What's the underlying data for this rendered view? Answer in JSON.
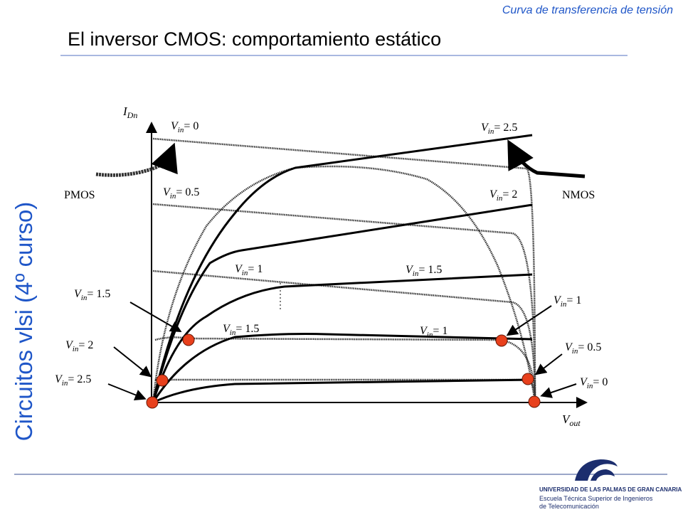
{
  "header": {
    "subtitle": "Curva de transferencia de tensión",
    "title": "El inversor CMOS: comportamiento estático",
    "side_label": "Circuitos vlsi (4º curso)"
  },
  "diagram": {
    "y_axis_label": {
      "main": "I",
      "sub": "Dn"
    },
    "x_axis_label": {
      "main": "V",
      "sub": "out"
    },
    "pmos_label": "PMOS",
    "nmos_label": "NMOS",
    "labels": [
      {
        "id": "pmos-vin0",
        "text": "= 0"
      },
      {
        "id": "pmos-vin05",
        "text": "= 0.5"
      },
      {
        "id": "pmos-vin1",
        "text": "= 1"
      },
      {
        "id": "nmos-vin25",
        "text": "= 2.5"
      },
      {
        "id": "nmos-vin2",
        "text": "= 2"
      },
      {
        "id": "nmos-vin15-upper",
        "text": "= 1.5"
      },
      {
        "id": "left-vin15",
        "text": "= 1.5"
      },
      {
        "id": "mid-vin15",
        "text": "= 1.5"
      },
      {
        "id": "left-vin2",
        "text": "= 2"
      },
      {
        "id": "left-vin25",
        "text": "= 2.5"
      },
      {
        "id": "mid-vin1",
        "text": "= 1"
      },
      {
        "id": "right-vin1",
        "text": "= 1"
      },
      {
        "id": "right-vin05",
        "text": "= 0.5"
      },
      {
        "id": "right-vin0",
        "text": "= 0"
      }
    ]
  },
  "logo": {
    "line1": "UNIVERSIDAD DE LAS PALMAS DE GRAN CANARIA",
    "line2": "Escuela Técnica Superior de Ingenieros",
    "line3": "de Telecomunicación"
  },
  "colors": {
    "accent_blue": "#1f56c8",
    "operating_point": "#e8401c",
    "logo_blue": "#1c2e6e"
  }
}
